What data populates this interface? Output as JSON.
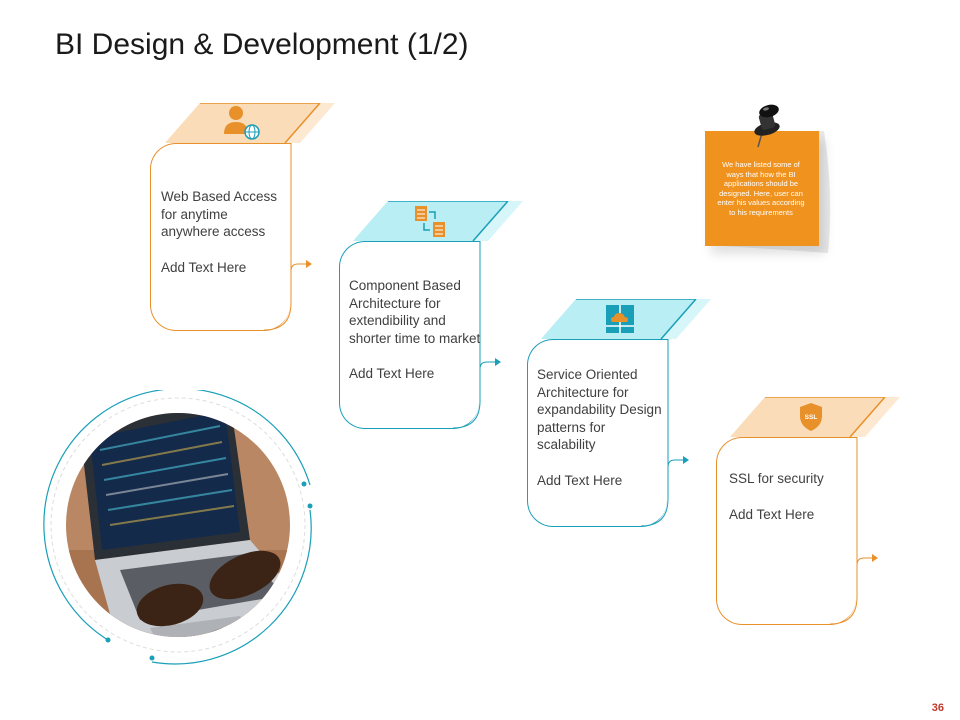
{
  "title": "BI Design & Development (1/2)",
  "page_number": "36",
  "note": {
    "text": "We have listed some of ways that how the BI applications should be designed. Here, user can enter his values according to his requirements"
  },
  "steps": [
    {
      "heading_lines": [
        "Web Based Access",
        "for anytime",
        "anywhere access"
      ],
      "placeholder": "Add Text Here",
      "icon": "user-globe-icon",
      "color": "#e8902a",
      "band_color": "#fbe1c2"
    },
    {
      "heading_lines": [
        "Component Based",
        "Architecture for",
        "extendibility  and",
        "shorter time to market"
      ],
      "placeholder": "Add Text Here",
      "icon": "components-icon",
      "color": "#1a9fb8",
      "band_color": "#bff1f6"
    },
    {
      "heading_lines": [
        "Service Oriented",
        "Architecture for",
        "expandability Design",
        "patterns for",
        "scalability"
      ],
      "placeholder": "Add Text Here",
      "icon": "cloud-network-icon",
      "color": "#1a9fb8",
      "band_color": "#bff1f6"
    },
    {
      "heading_lines": [
        "SSL for security"
      ],
      "placeholder": "Add Text Here",
      "icon": "ssl-shield-icon",
      "icon_label": "SSL",
      "color": "#e8902a",
      "band_color": "#fbe1c2"
    }
  ]
}
